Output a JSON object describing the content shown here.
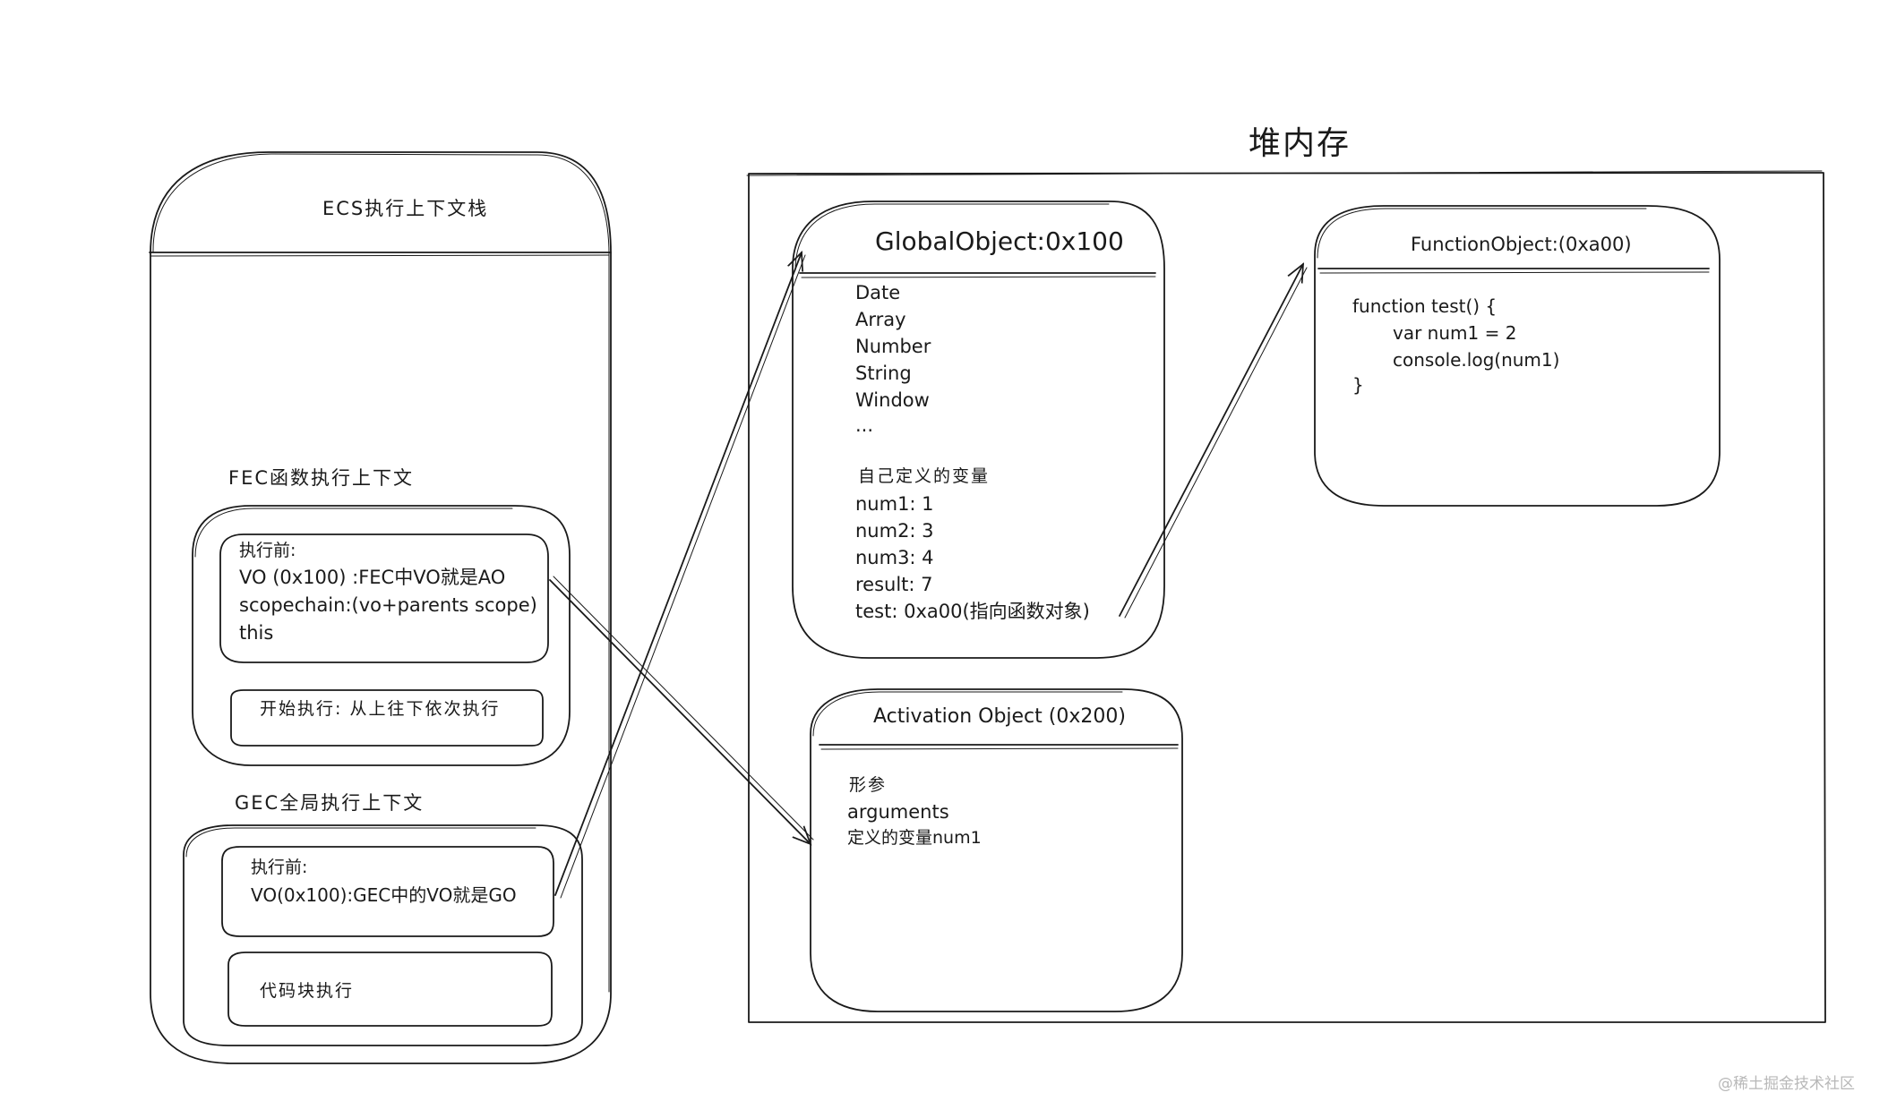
{
  "heap": {
    "title": "堆内存",
    "global_object": {
      "title": "GlobalObject:0x100",
      "builtins": [
        "Date",
        "Array",
        "Number",
        "String",
        "Window",
        "..."
      ],
      "custom_header": "自己定义的变量",
      "vars": [
        "num1: 1",
        "num2: 3",
        "num3: 4",
        "result: 7",
        "test: 0xa00(指向函数对象)"
      ]
    },
    "function_object": {
      "title": "FunctionObject:(0xa00)",
      "code": [
        "function test() {",
        "var num1 = 2",
        "console.log(num1)",
        "}"
      ]
    },
    "activation_object": {
      "title": "Activation Object (0x200)",
      "lines": [
        "形参",
        "arguments",
        "定义的变量num1"
      ]
    }
  },
  "stack": {
    "title": "ECS执行上下文栈",
    "fec": {
      "label": "FEC函数执行上下文",
      "before": {
        "header": "执行前:",
        "lines": [
          "VO (0x100) :FEC中VO就是AO",
          "scopechain:(vo+parents scope)",
          "this"
        ]
      },
      "start": "开始执行: 从上往下依次执行"
    },
    "gec": {
      "label": "GEC全局执行上下文",
      "before": {
        "header": "执行前:",
        "line": "VO(0x100):GEC中的VO就是GO"
      },
      "code_exec": "代码块执行"
    }
  },
  "watermark": "@稀土掘金技术社区"
}
